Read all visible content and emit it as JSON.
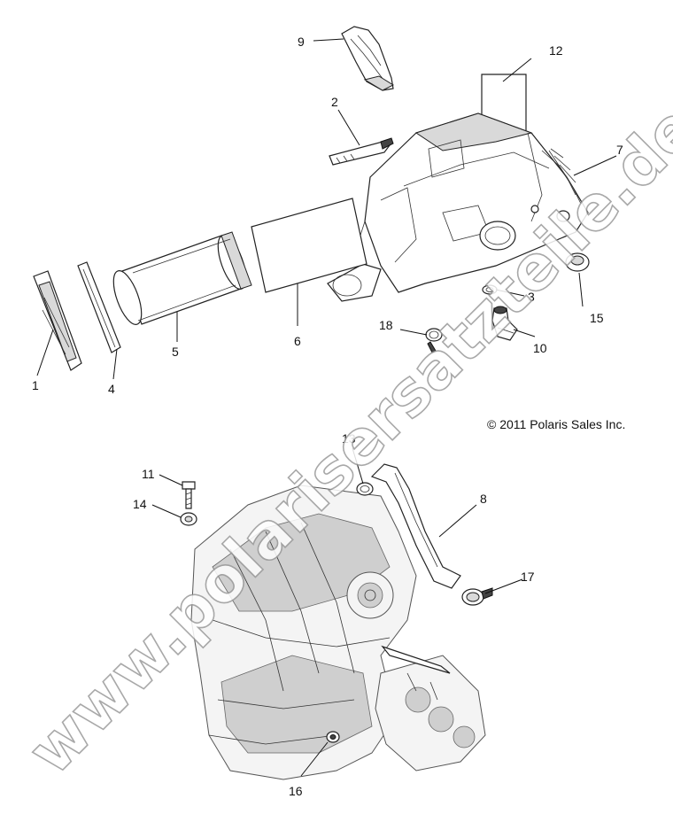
{
  "copyright": "© 2011 Polaris Sales Inc.",
  "watermark": "www.polarisersatzteile.de",
  "callouts": {
    "c1": "1",
    "c2": "2",
    "c3": "3",
    "c4": "4",
    "c5": "5",
    "c6": "6",
    "c7": "7",
    "c8": "8",
    "c9": "9",
    "c10": "10",
    "c11": "11",
    "c12": "12",
    "c13": "13",
    "c14": "14",
    "c15": "15",
    "c16": "16",
    "c17": "17",
    "c18": "18"
  }
}
